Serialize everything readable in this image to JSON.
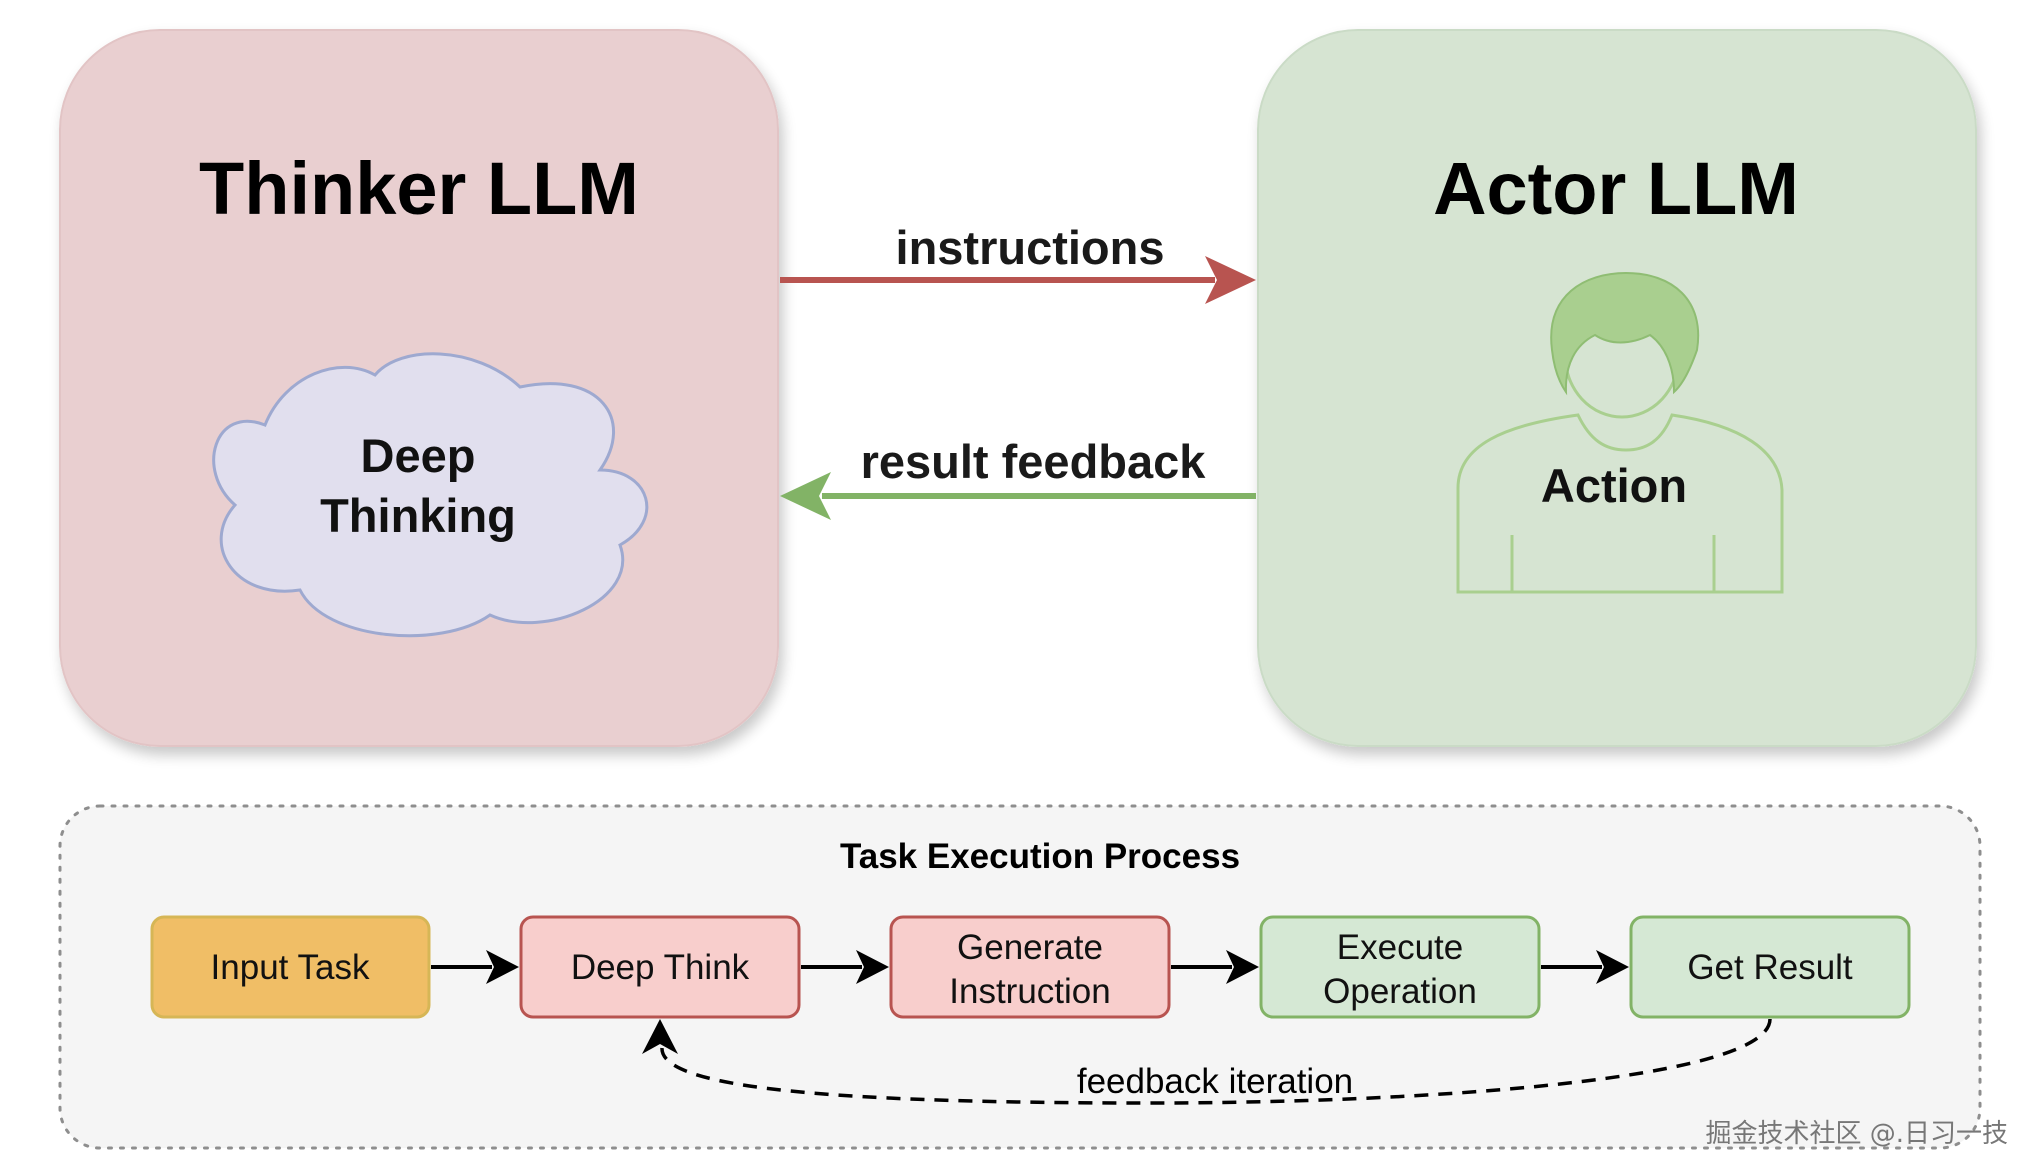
{
  "thinker": {
    "title": "Thinker LLM",
    "cloud_line1": "Deep",
    "cloud_line2": "Thinking"
  },
  "actor": {
    "title": "Actor LLM",
    "figure_label": "Action"
  },
  "edges": {
    "instructions": "instructions",
    "result_feedback": "result feedback"
  },
  "process": {
    "title": "Task Execution Process",
    "steps": [
      {
        "line1": "Input Task",
        "line2": ""
      },
      {
        "line1": "Deep Think",
        "line2": ""
      },
      {
        "line1": "Generate",
        "line2": "Instruction"
      },
      {
        "line1": "Execute",
        "line2": "Operation"
      },
      {
        "line1": "Get Result",
        "line2": ""
      }
    ],
    "loop_label": "feedback iteration"
  },
  "watermark": "掘金技术社区 @.日习一技",
  "colors": {
    "thinker_fill": "#e9cfd0",
    "actor_fill": "#d6e4d2",
    "cloud_fill": "#e1dfee",
    "cloud_stroke": "#9ea9d0",
    "instructions_arrow": "#b85450",
    "feedback_arrow": "#82b366",
    "figure_fill": "#a9cf8f",
    "figure_stroke": "#8fbd73",
    "input_fill": "#f0be66",
    "input_stroke": "#d6b656",
    "red_step_fill": "#f8cecc",
    "red_step_stroke": "#b85450",
    "green_step_fill": "#d5e8d4",
    "green_step_stroke": "#82b366",
    "process_bg": "#f5f5f5"
  }
}
